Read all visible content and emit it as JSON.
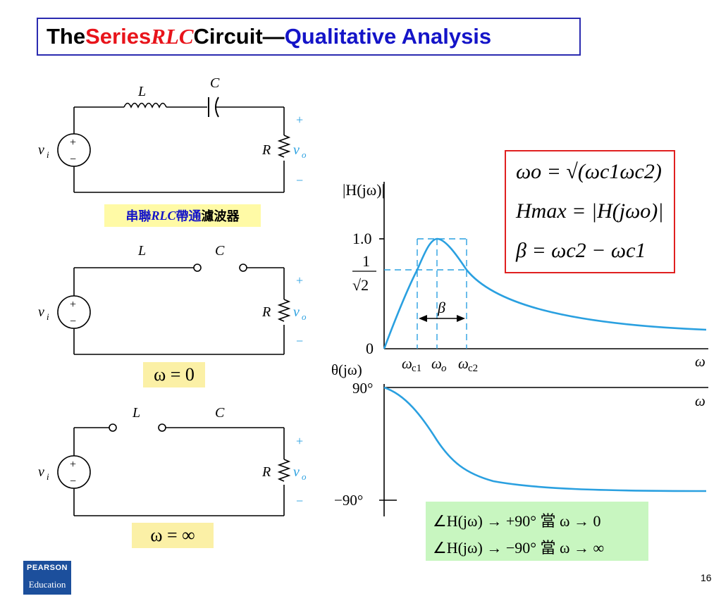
{
  "title": {
    "part1": "The ",
    "part2": "Series ",
    "part3": "RLC",
    "part4": " Circuit—",
    "part5": "Qualitative Analysis"
  },
  "circuits": {
    "labels": {
      "L": "L",
      "C": "C",
      "R": "R",
      "vi": "v",
      "vi_sub": "i",
      "vo": "v",
      "vo_sub": "o",
      "plus": "+",
      "minus": "−",
      "src_plus": "+",
      "src_minus": "−"
    },
    "caption_cn": {
      "part1": "串聯",
      "part2": "RLC",
      "part3": "帶通",
      "part4": "濾波器"
    },
    "cond_zero": "ω = 0",
    "cond_inf": "ω = ∞"
  },
  "graph": {
    "mag_axis_label": "|H(jω)|",
    "tick_1_0": "1.0",
    "tick_frac_num": "1",
    "tick_frac_den": "√2",
    "tick_0": "0",
    "beta": "β",
    "wc1": "ω",
    "wc1_sub": "c1",
    "wo": "ω",
    "wo_sub": "o",
    "wc2": "ω",
    "wc2_sub": "c2",
    "omega_axis": "ω",
    "phase_axis_label": "θ(jω)",
    "tick_90": "90°",
    "tick_m90": "−90°",
    "omega_axis2": "ω"
  },
  "formulas": {
    "line1": "ωo = √(ωc1ωc2)",
    "line2": "Hmax = |H(jωo)|",
    "line3": "β = ωc2 − ωc1"
  },
  "angle_notes": {
    "line1": "∠H(jω) → +90°  當  ω → 0",
    "line2": "∠H(jω) → −90°  當  ω → ∞"
  },
  "logo": {
    "line1": "PEARSON",
    "line2": "Education"
  },
  "page_number": "16",
  "colors": {
    "blue_curve": "#2aa0e0",
    "title_red": "#e8141b",
    "title_blue": "#1414c8",
    "formula_border": "#e02020",
    "cond_bg": "#fbf0a6",
    "angle_bg": "#c8f6c0"
  }
}
